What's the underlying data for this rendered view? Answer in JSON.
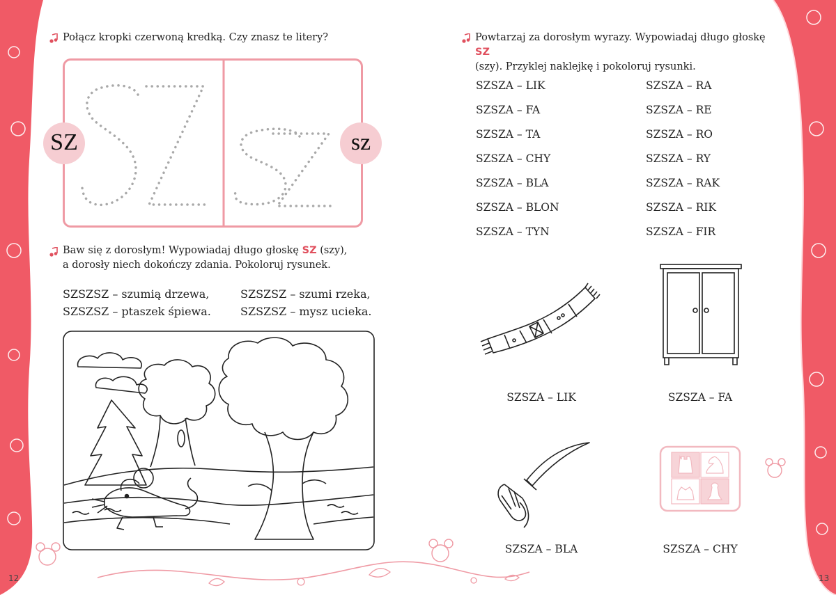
{
  "left_page": {
    "instruction_1": "Połącz kropki czerwoną kredką. Czy znasz te litery?",
    "badge_upper": "SZ",
    "badge_lower": "sz",
    "instruction_2": {
      "part1": "Baw się z dorosłym! Wypowiadaj długo głoskę ",
      "highlight": "SZ",
      "part2": " (szy),",
      "line2": "a dorosły niech dokończy zdania. Pokoloruj rysunek."
    },
    "rhymes": [
      "SZSZSZ – szumią drzewa,",
      "SZSZSZ – ptaszek śpiewa.",
      "SZSZSZ – szumi rzeka,",
      "SZSZSZ – mysz ucieka."
    ],
    "page_number": "12"
  },
  "right_page": {
    "instruction": {
      "part1": "Powtarzaj za dorosłym wyrazy. Wypowiadaj długo głoskę ",
      "highlight": "SZ",
      "line2": "(szy). Przyklej naklejkę i pokoloruj rysunki."
    },
    "words_left": [
      "SZSZA – LIK",
      "SZSZA – FA",
      "SZSZA – TA",
      "SZSZA – CHY",
      "SZSZA – BLA",
      "SZSZA – BLON",
      "SZSZA – TYN"
    ],
    "words_right": [
      "SZSZA – RA",
      "SZSZA – RE",
      "SZSZA – RO",
      "SZSZA – RY",
      "SZSZA – RAK",
      "SZSZA – RIK",
      "SZSZA – FIR"
    ],
    "captions": {
      "scarf": "SZSZA – LIK",
      "wardrobe": "SZSZA – FA",
      "sabre": "SZSZA – BLA",
      "chess": "SZSZA – CHY"
    },
    "page_number": "13"
  },
  "colors": {
    "accent_red": "#f05a66",
    "badge_pink": "#f6cdd2",
    "frame_pink": "#ef9aa4",
    "dot_grey": "#a9a9a9",
    "highlight_red": "#e0505e"
  },
  "icons": [
    "music-note-icon",
    "mouse-icon",
    "leaf-icon",
    "strawberry-icon",
    "scarf-icon",
    "wardrobe-icon",
    "sabre-icon",
    "chess-sticker-icon"
  ]
}
